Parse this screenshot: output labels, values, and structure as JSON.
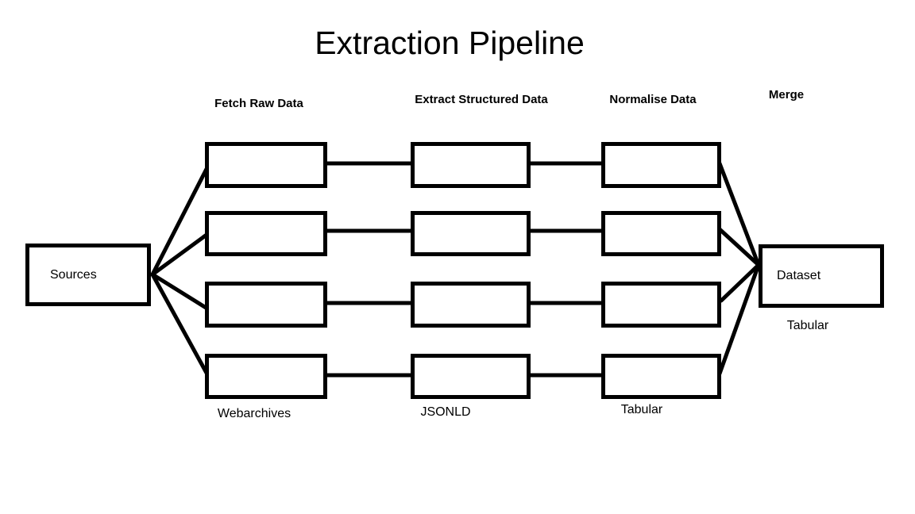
{
  "title": "Extraction Pipeline",
  "stages": {
    "fetch": {
      "label": "Fetch Raw Data",
      "note": "Webarchives"
    },
    "extract": {
      "label": "Extract Structured Data",
      "note": "JSONLD"
    },
    "normalise": {
      "label": "Normalise Data",
      "note": "Tabular"
    },
    "merge": {
      "label": "Merge"
    }
  },
  "nodes": {
    "sources": {
      "label": "Sources"
    },
    "dataset": {
      "label": "Dataset",
      "note": "Tabular"
    }
  },
  "lanes": 4,
  "colors": {
    "stroke": "#000000",
    "background": "#ffffff",
    "text": "#000000"
  }
}
